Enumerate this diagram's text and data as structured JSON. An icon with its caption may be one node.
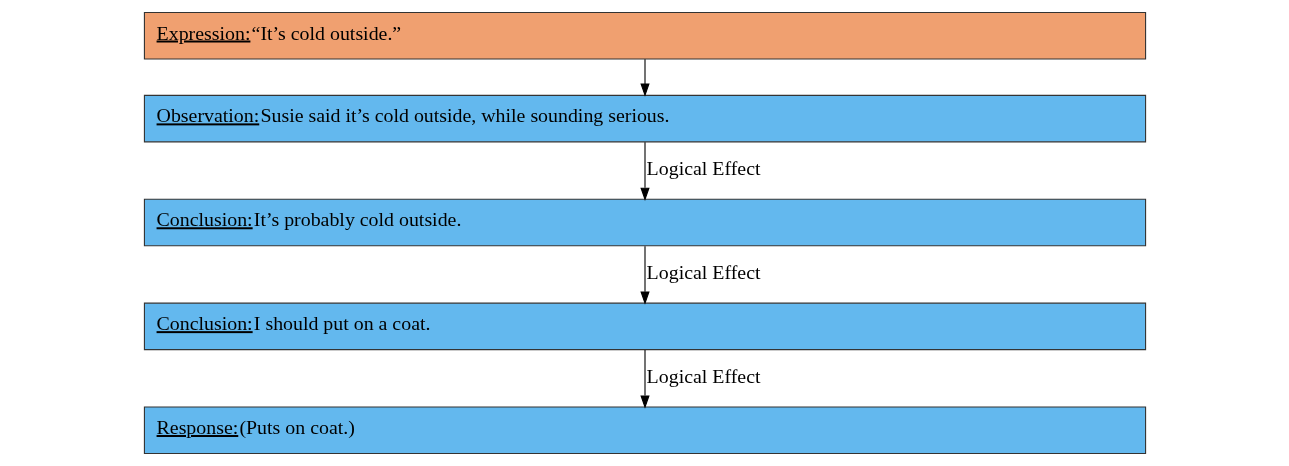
{
  "diagram": {
    "nodes": [
      {
        "text": [
          "Expression:",
          "“It’s cold outside.”"
        ]
      },
      {
        "text": [
          "Observation:",
          "Susie said it’s cold outside, while sounding serious."
        ]
      },
      {
        "text": [
          "Conclusion:",
          "It’s probably cold outside."
        ]
      },
      {
        "text": [
          "Conclusion:",
          "I should put on a coat."
        ]
      },
      {
        "text": [
          "Response:",
          "(Puts on coat.)"
        ]
      }
    ],
    "edges": [
      {
        "from": 0,
        "to": 1,
        "arrow": "to"
      },
      {
        "from": 1,
        "to": 2,
        "arrow": "to",
        "label": "Logical Effect"
      },
      {
        "from": 2,
        "to": 3,
        "arrow": "to",
        "label": "Logical Effect"
      },
      {
        "from": 3,
        "to": 4,
        "arrow": "to",
        "label": "Logical Effect"
      }
    ]
  }
}
